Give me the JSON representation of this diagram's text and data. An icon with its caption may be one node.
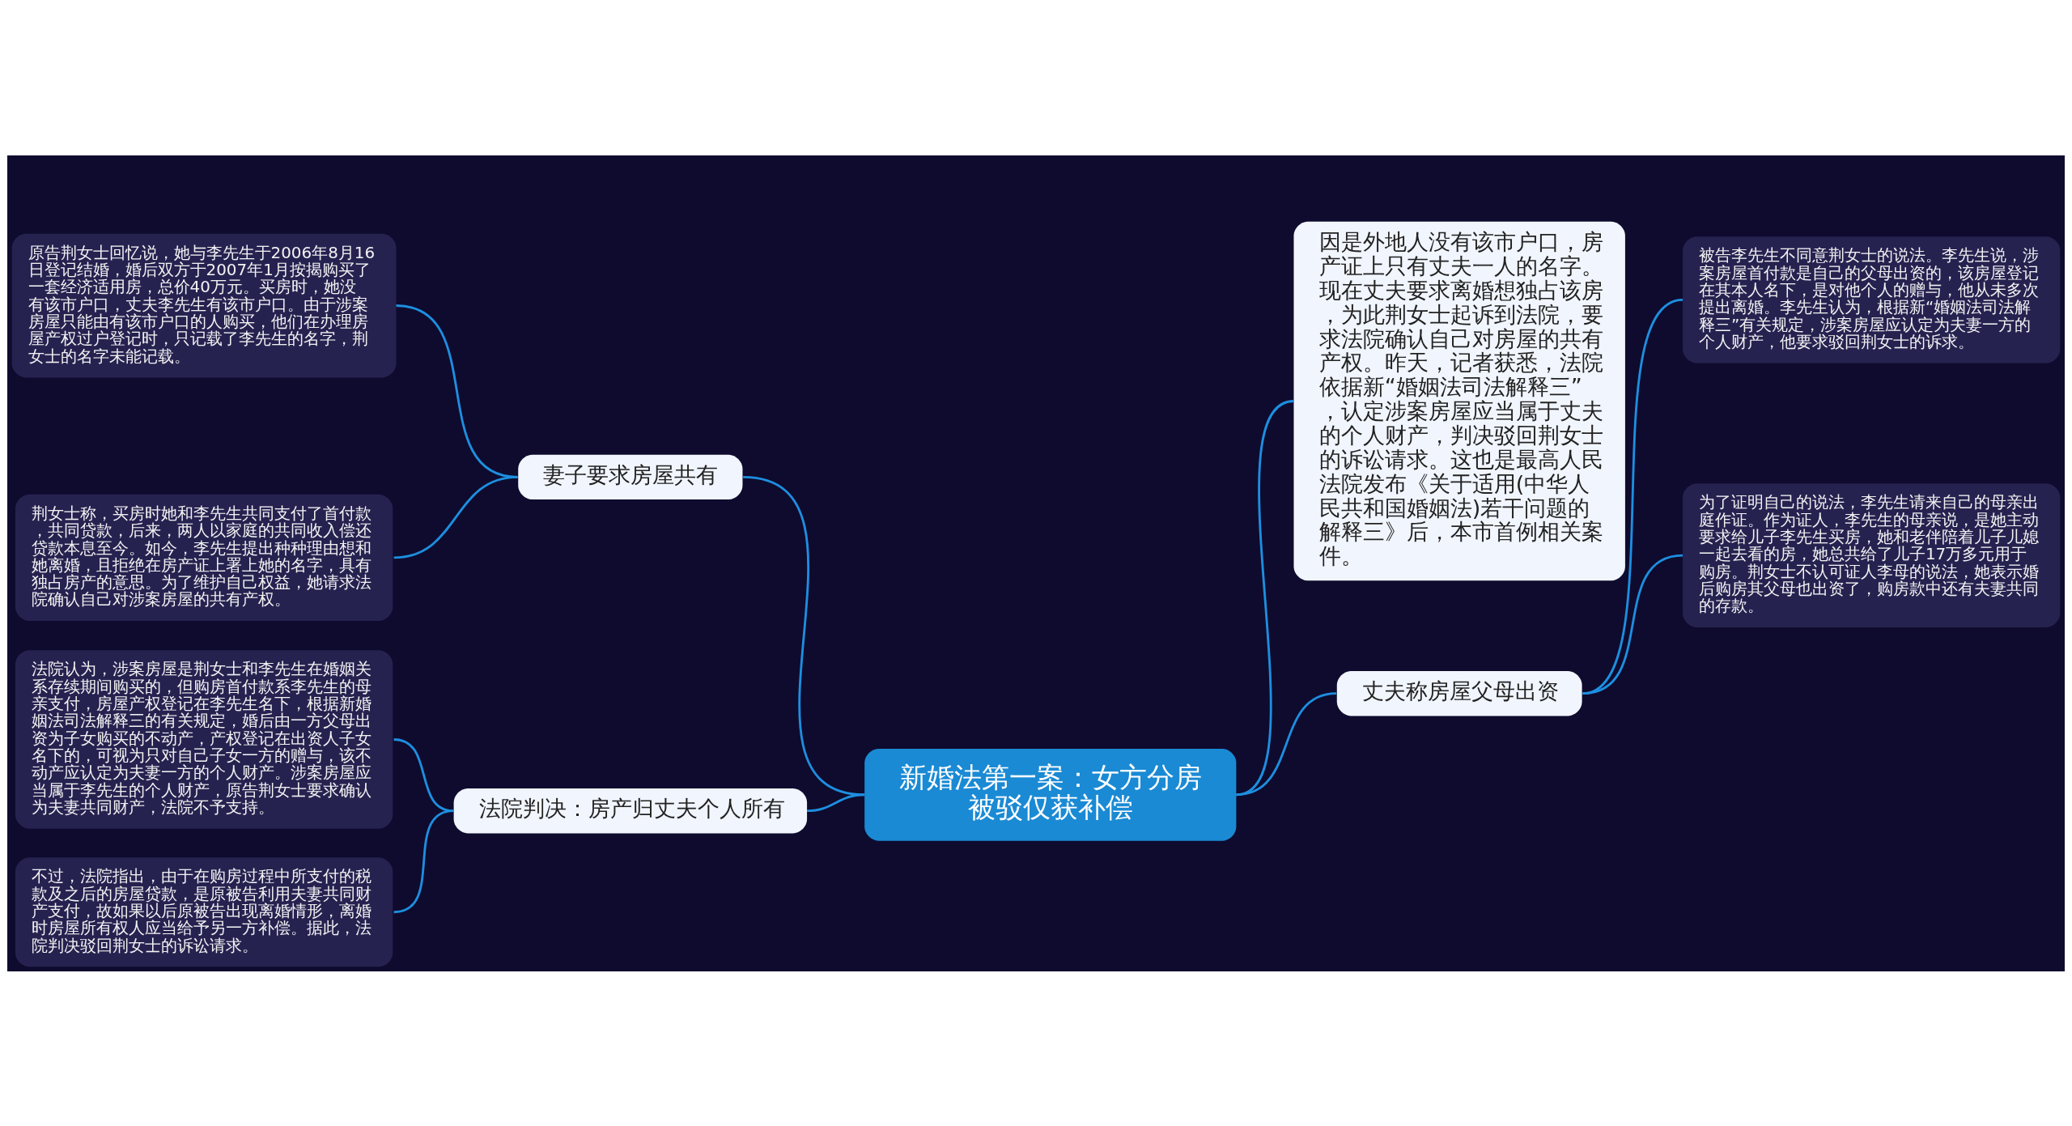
{
  "diagram": {
    "nodes": [
      {
        "text": [
          "新婚法第一案：女方分房被驳仅获补偿"
        ]
      },
      {
        "text": [
          "妻子要求房屋共有"
        ]
      },
      {
        "text": [
          "原告荆女士回忆说，她与李先生于2006年8月16日登记结婚，婚后双方于2007年1月按揭购买了一套经济适用房，总价40万元。买房时，她没有该市户口，丈夫李先生有该市户口。由于涉案房屋只能由有该市户口的人购买，他们在办理房屋产权过户登记时，只记载了李先生的名字，荆女士的名字未能记载。"
        ]
      },
      {
        "text": [
          "荆女士称，买房时她和李先生共同支付了首付款，共同贷款，后来，两人以家庭的共同收入偿还贷款本息至今。如今，李先生提出种种理由想和她离婚，且拒绝在房产证上署上她的名字，具有独占房产的意思。为了维护自己权益，她请求法院确认自己对涉案房屋的共有产权。"
        ]
      },
      {
        "text": [
          "法院判决：房产归丈夫个人所有"
        ]
      },
      {
        "text": [
          "法院认为，涉案房屋是荆女士和李先生在婚姻关系存续期间购买的，但购房首付款系李先生的母亲支付，房屋产权登记在李先生名下，根据新婚姻法司法解释三的有关规定，婚后由一方父母出资为子女购买的不动产，产权登记在出资人子女名下的，可视为只对自己子女一方的赠与，该不动产应认定为夫妻一方的个人财产。涉案房屋应当属于李先生的个人财产，原告荆女士要求确认为夫妻共同财产，法院不予支持。"
        ]
      },
      {
        "text": [
          "不过，法院指出，由于在购房过程中所支付的税款及之后的房屋贷款，是原被告利用夫妻共同财产支付，故如果以后原被告出现离婚情形，离婚时房屋所有权人应当给予另一方补偿。据此，法院判决驳回荆女士的诉讼请求。"
        ]
      },
      {
        "text": [
          "因是外地人没有该市户口，房产证上只有丈夫一人的名字。现在丈夫要求离婚想独占该房，为此荆女士起诉到法院，要求法院确认自己对房屋的共有产权。昨天，记者获悉，法院依据新“婚姻法司法解释三”，认定涉案房屋应当属于丈夫的个人财产，判决驳回荆女士的诉讼请求。这也是最高人民法院发布《关于适用(中华人民共和国婚姻法)若干问题的解释三》后，本市首例相关案件。"
        ]
      },
      {
        "text": [
          "丈夫称房屋父母出资"
        ]
      },
      {
        "text": [
          "被告李先生不同意荆女士的说法。李先生说，涉案房屋首付款是自己的父母出资的，该房屋登记在其本人名下，是对他个人的赠与，他从未多次提出离婚。李先生认为，根据新“婚姻法司法解释三”有关规定，涉案房屋应认定为夫妻一方的个人财产，他要求驳回荆女士的诉求。"
        ]
      },
      {
        "text": [
          "为了证明自己的说法，李先生请来自己的母亲出庭作证。作为证人，李先生的母亲说，是她主动要求给儿子李先生买房，她和老伴陪着儿子儿媳一起去看的房，她总共给了儿子17万多元用于购房。荆女士不认可证人李母的说法，她表示婚后购房其父母也出资了，购房款中还有夫妻共同的存款。"
        ]
      }
    ],
    "edges": [
      {
        "from": 0,
        "to": 1,
        "arrow": "none"
      },
      {
        "from": 1,
        "to": 2,
        "arrow": "none"
      },
      {
        "from": 1,
        "to": 3,
        "arrow": "none"
      },
      {
        "from": 0,
        "to": 4,
        "arrow": "none"
      },
      {
        "from": 4,
        "to": 5,
        "arrow": "none"
      },
      {
        "from": 4,
        "to": 6,
        "arrow": "none"
      },
      {
        "from": 0,
        "to": 7,
        "arrow": "none"
      },
      {
        "from": 0,
        "to": 8,
        "arrow": "none"
      },
      {
        "from": 8,
        "to": 9,
        "arrow": "none"
      },
      {
        "from": 8,
        "to": 10,
        "arrow": "none"
      }
    ]
  }
}
